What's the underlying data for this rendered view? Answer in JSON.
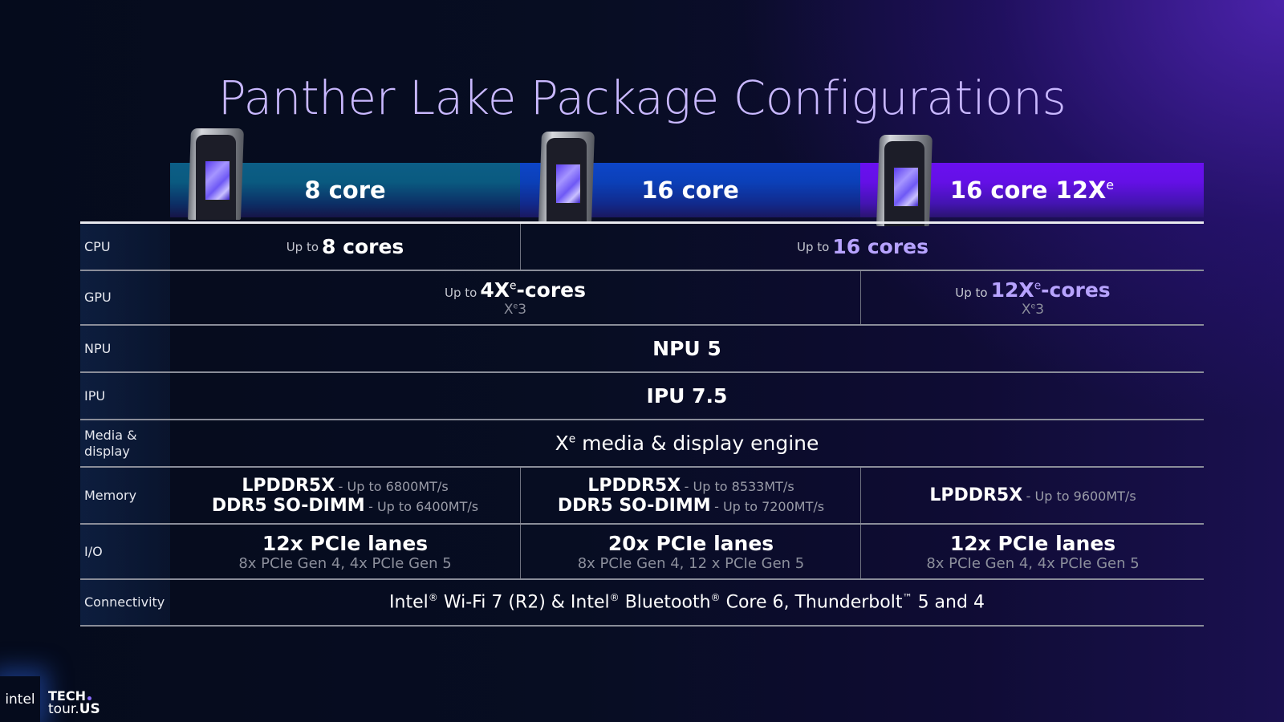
{
  "slide": {
    "title": "Panther Lake Package Configurations"
  },
  "columns": [
    {
      "label": "8 core",
      "color_top": "#0c5e86"
    },
    {
      "label": "16 core",
      "color_top": "#0d45c8"
    },
    {
      "label_main": "16 core 12X",
      "label_sup": "e",
      "color_top": "#6a0ff0"
    }
  ],
  "rows": {
    "cpu": {
      "label": "CPU",
      "cells": [
        {
          "prefix": "Up to",
          "value": "8 cores"
        },
        {
          "prefix": "Up to",
          "value": "16 cores"
        }
      ]
    },
    "gpu": {
      "label": "GPU",
      "cells": [
        {
          "prefix": "Up to",
          "value_main": "4X",
          "value_sup": "e",
          "value_tail": "-cores",
          "sub_main": "X",
          "sub_sup": "e",
          "sub_tail": "3"
        },
        {
          "prefix": "Up to",
          "value_main": "12X",
          "value_sup": "e",
          "value_tail": "-cores",
          "sub_main": "X",
          "sub_sup": "e",
          "sub_tail": "3"
        }
      ]
    },
    "npu": {
      "label": "NPU",
      "value": "NPU 5"
    },
    "ipu": {
      "label": "IPU",
      "value": "IPU 7.5"
    },
    "media": {
      "label_line1": "Media &",
      "label_line2": "display",
      "value_main": "X",
      "value_sup": "e",
      "value_tail": " media & display engine"
    },
    "memory": {
      "label": "Memory",
      "cells": [
        {
          "lines": [
            {
              "type": "LPDDR5X",
              "speed": "- Up to 6800MT/s"
            },
            {
              "type": "DDR5 SO-DIMM",
              "speed": "- Up to 6400MT/s"
            }
          ]
        },
        {
          "lines": [
            {
              "type": "LPDDR5X",
              "speed": "- Up to 8533MT/s"
            },
            {
              "type": "DDR5 SO-DIMM",
              "speed": "- Up to 7200MT/s"
            }
          ]
        },
        {
          "lines": [
            {
              "type": "LPDDR5X",
              "speed": "- Up to 9600MT/s"
            }
          ]
        }
      ]
    },
    "io": {
      "label": "I/O",
      "cells": [
        {
          "value": "12x PCIe lanes",
          "detail": "8x PCIe Gen 4, 4x PCIe Gen 5"
        },
        {
          "value": "20x PCIe lanes",
          "detail": "8x PCIe Gen 4, 12 x PCIe Gen 5"
        },
        {
          "value": "12x PCIe lanes",
          "detail": "8x PCIe Gen 4, 4x PCIe Gen 5"
        }
      ]
    },
    "connectivity": {
      "label": "Connectivity",
      "parts": [
        "Intel",
        "®",
        " Wi-Fi 7 (R2) & Intel",
        "®",
        " Bluetooth",
        "®",
        "  Core 6, Thunderbolt",
        "™",
        " 5 and 4"
      ]
    }
  },
  "footer": {
    "brand": "intel",
    "event_line1": "TECH",
    "event_line2_a": "tour.",
    "event_line2_b": "US"
  }
}
